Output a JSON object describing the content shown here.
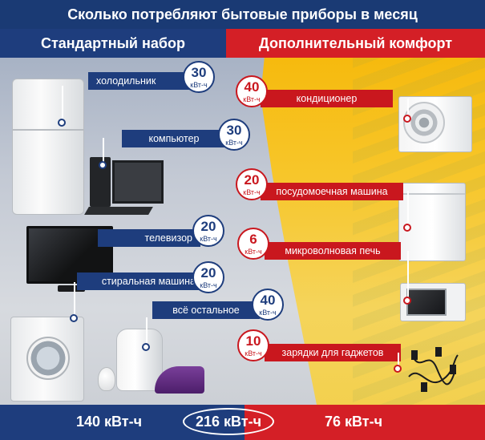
{
  "title": "Сколько потребляют бытовые приборы в месяц",
  "headers": {
    "standard": "Стандартный набор",
    "extra": "Дополнительный комфорт"
  },
  "unit": "кВт-ч",
  "standard_items": [
    {
      "label": "холодильник",
      "value": "30"
    },
    {
      "label": "компьютер",
      "value": "30"
    },
    {
      "label": "телевизор",
      "value": "20"
    },
    {
      "label": "стиральная машина",
      "value": "20"
    },
    {
      "label": "всё остальное",
      "value": "40"
    }
  ],
  "extra_items": [
    {
      "label": "кондиционер",
      "value": "40"
    },
    {
      "label": "посудомоечная машина",
      "value": "20"
    },
    {
      "label": "микроволновая печь",
      "value": "6"
    },
    {
      "label": "зарядки для гаджетов",
      "value": "10"
    }
  ],
  "totals": {
    "standard": "140 кВт-ч",
    "all": "216 кВт-ч",
    "extra": "76 кВт-ч"
  },
  "colors": {
    "blue": "#1e3d7d",
    "red": "#d41f26",
    "yellow": "#f6b400"
  }
}
